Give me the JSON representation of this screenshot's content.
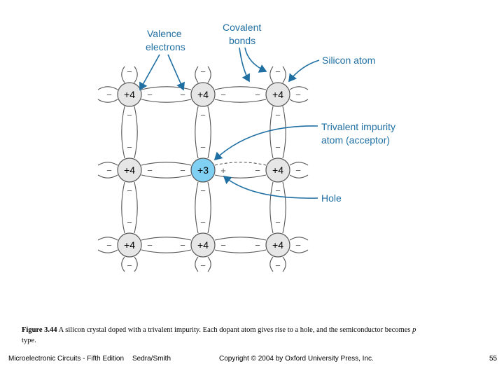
{
  "diagram": {
    "callouts": {
      "valence": [
        "Valence",
        "electrons"
      ],
      "covalent": [
        "Covalent",
        "bonds"
      ],
      "silicon": "Silicon atom",
      "trivalent": [
        "Trivalent impurity",
        "atom (acceptor)"
      ],
      "hole": "Hole"
    },
    "atoms": [
      {
        "label": "+4"
      },
      {
        "label": "+4"
      },
      {
        "label": "+4"
      },
      {
        "label": "+4"
      },
      {
        "label": "+3",
        "impurity": true
      },
      {
        "label": "+4"
      },
      {
        "label": "+4"
      },
      {
        "label": "+4"
      },
      {
        "label": "+4"
      }
    ],
    "electron_sign": "−",
    "hole_sign": "+",
    "colors": {
      "atom_fill": "#e6e6e6",
      "impurity_fill": "#7fd0f2",
      "callout": "#1f6fa3",
      "lines": "#555555"
    }
  },
  "caption": {
    "figure_label": "Figure 3.44",
    "text_before_italic": "A silicon crystal doped with a trivalent impurity. Each dopant atom gives rise to a hole, and the semiconductor becomes",
    "italic_text": "p",
    "text_after_italic": "type."
  },
  "footer": {
    "book": "Microelectronic Circuits - Fifth Edition",
    "authors": "Sedra/Smith",
    "copyright": "Copyright © 2004 by Oxford University Press, Inc.",
    "page_number": "55"
  }
}
